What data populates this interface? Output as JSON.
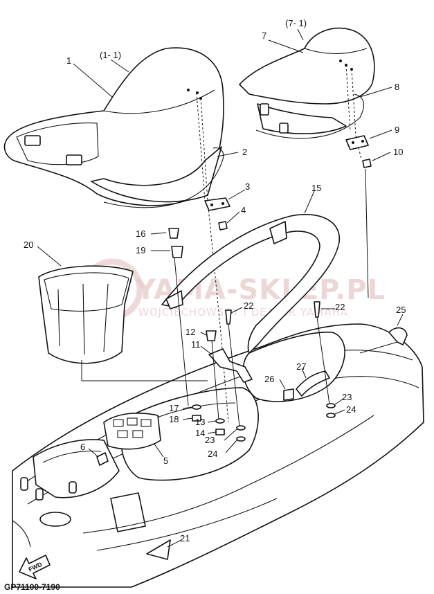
{
  "diagram_code": "GP71100-7190",
  "watermark": {
    "brand": "YAMA-SKLEP.PL",
    "subtitle": "WOJCIECHOWSCY I DEALER YAMAHA"
  },
  "fwd_label": "FWD",
  "ref_labels": {
    "seat_front_ref": "(1- 1)",
    "seat_rear_ref": "(7- 1)"
  },
  "callouts": [
    "1",
    "2",
    "3",
    "4",
    "5",
    "6",
    "7",
    "8",
    "9",
    "10",
    "11",
    "12",
    "13",
    "14",
    "15",
    "16",
    "17",
    "18",
    "19",
    "20",
    "21",
    "22",
    "22",
    "23",
    "23",
    "24",
    "24",
    "25",
    "26",
    "27"
  ],
  "colors": {
    "line": "#111111",
    "watermark": "#e7c9c9",
    "background": "#ffffff"
  }
}
